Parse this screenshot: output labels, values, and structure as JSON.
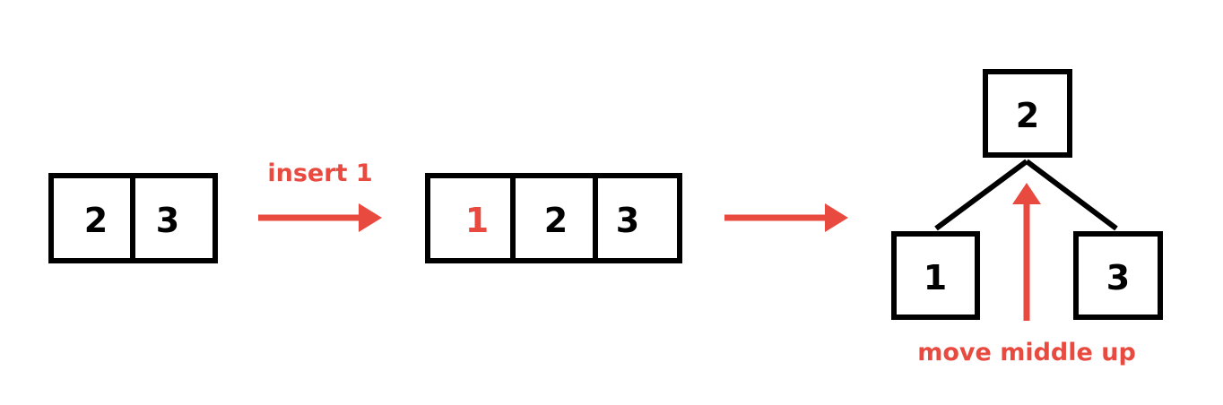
{
  "colors": {
    "accent": "#e84a3f",
    "stroke": "#000000",
    "background": "#ffffff"
  },
  "steps": {
    "initial_node": {
      "keys": [
        "2",
        "3"
      ]
    },
    "insert_label": "insert 1",
    "overflow_node": {
      "keys": [
        "1",
        "2",
        "3"
      ],
      "inserted_key": "1"
    },
    "result_tree": {
      "root": "2",
      "left_child": "1",
      "right_child": "3"
    },
    "promote_label": "move middle up"
  }
}
